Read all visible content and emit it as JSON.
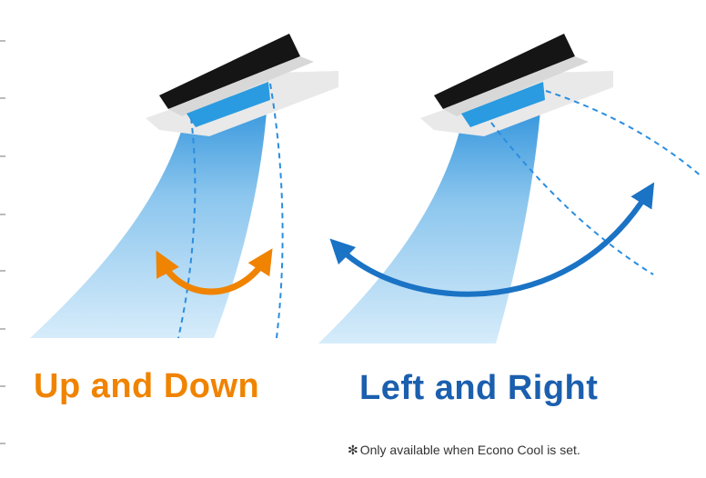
{
  "panels": [
    {
      "caption": "Up and Down",
      "caption_color": "#f08300",
      "arrow_color": "#f08300"
    },
    {
      "caption": "Left and Right",
      "caption_color": "#1b5fae",
      "arrow_color": "#1a73c4"
    }
  ],
  "note": {
    "mark": "✻",
    "text": "Only available when Econo Cool is set."
  }
}
